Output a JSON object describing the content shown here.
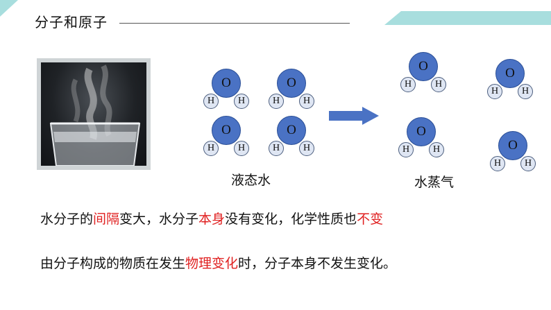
{
  "header": {
    "title": "分子和原子"
  },
  "molecule_labels": {
    "oxygen": "O",
    "hydrogen": "H"
  },
  "labels": {
    "liquid": "液态水",
    "vapor": "水蒸气"
  },
  "sentence1": {
    "p1": "水分子的",
    "p2": "间隔",
    "p3": "变大，水分子",
    "p4": "本身",
    "p5": "没有变化，化学性质也",
    "p6": "不变"
  },
  "sentence2": {
    "p1": "由分子构成的物质在发生",
    "p2": "物理变化",
    "p3": "时，分子本身不发生变化。"
  },
  "colors": {
    "accent": "#a8dede",
    "molecule": "#4a72c4",
    "emphasis": "#e02020"
  }
}
